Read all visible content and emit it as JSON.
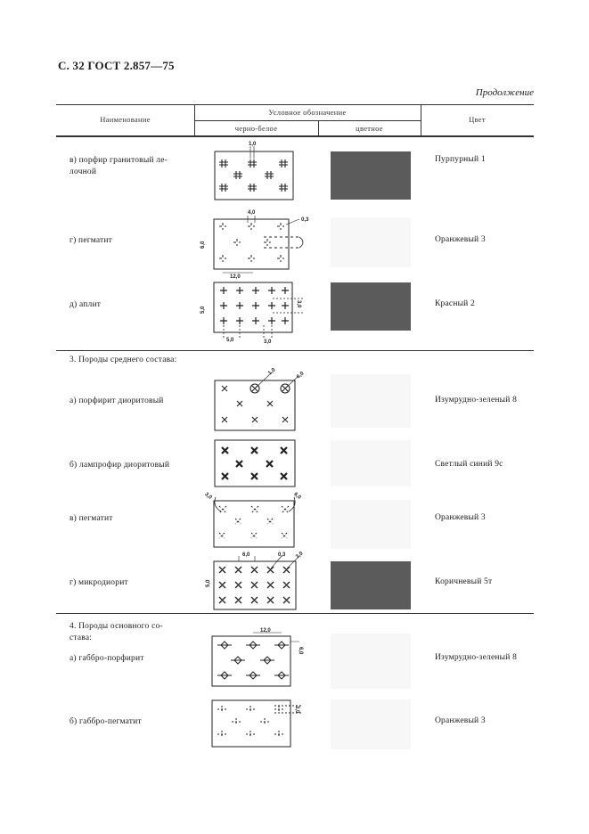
{
  "page": {
    "header": "С. 32 ГОСТ 2.857—75",
    "continuation": "Продолжение"
  },
  "table": {
    "col_name": "Наименование",
    "col_symbol": "Условное обозначение",
    "col_bw": "черно-белое",
    "col_colored": "цветное",
    "col_color": "Цвет"
  },
  "rows": {
    "r1": {
      "name": "в) порфир гранитовый ле-\nлочной",
      "color": "Пурпурный 1",
      "dims": [
        "1,0"
      ]
    },
    "r2": {
      "name": "г) пегматит",
      "color": "Оранжевый 3",
      "dims": [
        "4,0",
        "0,3",
        "6,0",
        "12,0"
      ]
    },
    "r3": {
      "name": "д) аплит",
      "color": "Красный 2",
      "dims": [
        "5,0",
        "3,0",
        "5,0",
        "3,0"
      ]
    },
    "section3": "3. Породы среднего состава:",
    "r4": {
      "name": "а) порфирит диоритовый",
      "color": "Изумрудно-зеленый 8",
      "dims": [
        "1,0",
        "6,0"
      ]
    },
    "r5": {
      "name": "б) лампрофир диоритовый",
      "color": "Светлый синий 9с"
    },
    "r6": {
      "name": "в) пегматит",
      "color": "Оранжевый 3",
      "dims": [
        "3,0",
        "6,0"
      ]
    },
    "r7": {
      "name": "г) микродиорит",
      "color": "Коричневый 5т",
      "dims": [
        "5,0",
        "6,0",
        "0,3",
        "3,0"
      ]
    },
    "section4": "4. Породы основного со-\nстава:",
    "r8": {
      "name": "а) габбро-порфирит",
      "color": "Изумрудно-зеленый 8",
      "dims": [
        "12,0",
        "6,0"
      ]
    },
    "r9": {
      "name": "б) габбро-пегматит",
      "color": "Оранжевый 3",
      "dims": [
        "3,0"
      ]
    }
  },
  "colors": {
    "dark_swatch": "#5b5b5b",
    "light_swatch": "#f7f7f7"
  }
}
